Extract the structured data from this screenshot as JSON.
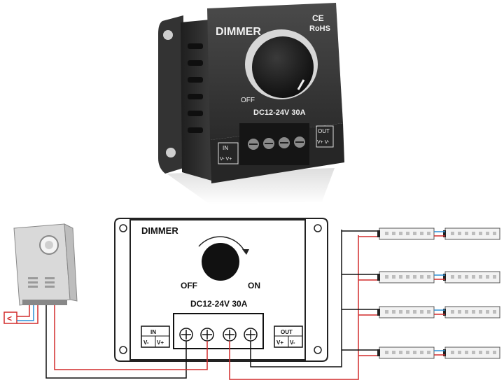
{
  "photo": {
    "brand_label": "DIMMER",
    "ce_mark": "CE",
    "rohs_mark": "RoHS",
    "off_label": "OFF",
    "rating_label": "DC12-24V 30A",
    "in_label": "IN",
    "in_terminals": "V- V+",
    "out_label": "OUT",
    "out_terminals": "V+ V-",
    "body_color": "#2b2b2b"
  },
  "diagram": {
    "title": "DIMMER",
    "off_label": "OFF",
    "on_label": "ON",
    "rating_label": "DC12-24V 30A",
    "in_label": "IN",
    "in_v_minus": "V-",
    "in_v_plus": "V+",
    "out_label": "OUT",
    "out_v_plus": "V+",
    "out_v_minus": "V-",
    "psu_arrow": "<",
    "led_strip_rows": 4,
    "wire_colors": {
      "positive": "#d22b2b",
      "negative": "#111111",
      "ground_alt": "#2a8fd6"
    }
  }
}
